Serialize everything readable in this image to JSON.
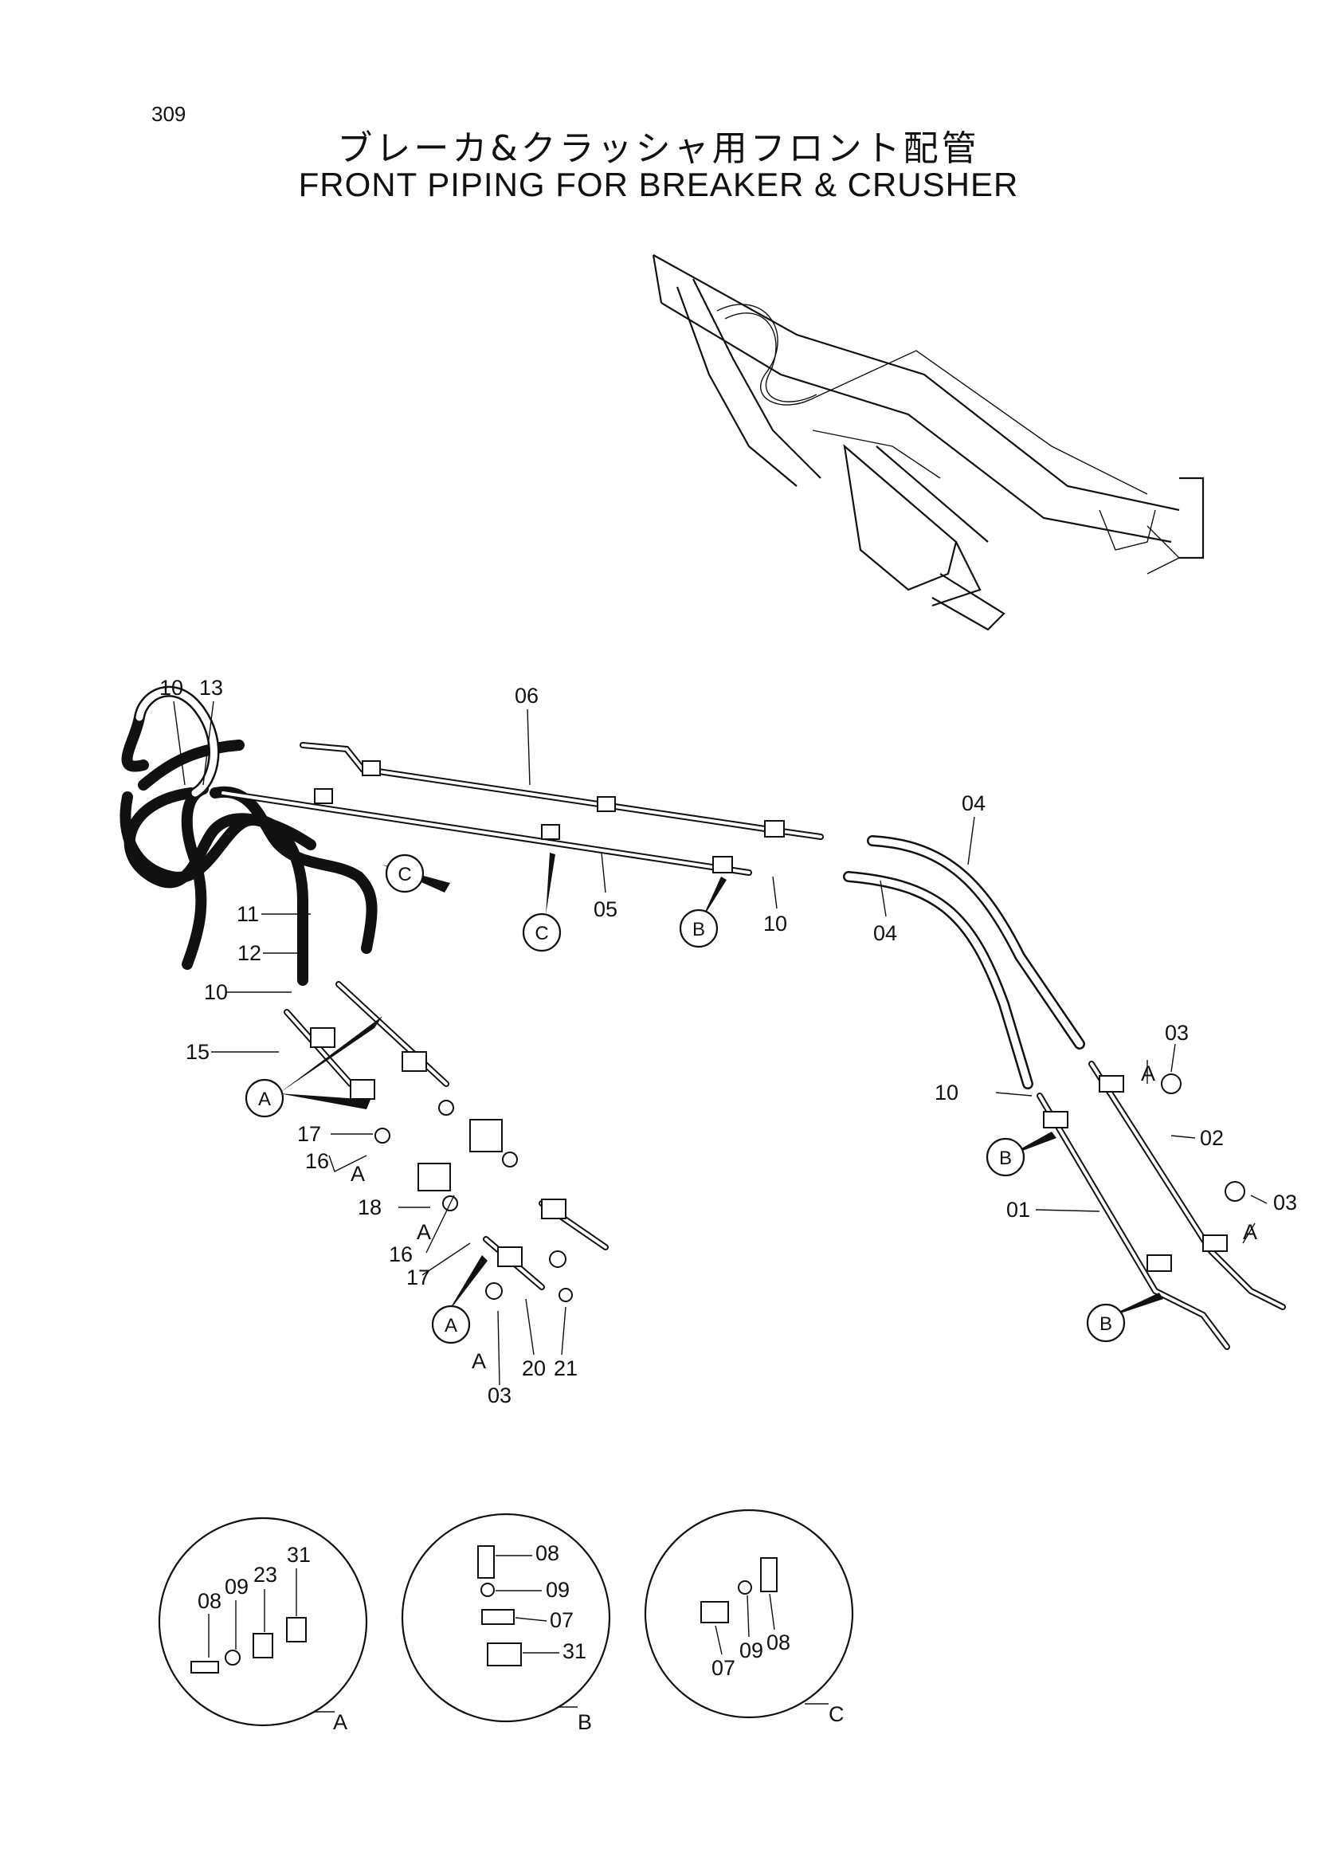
{
  "page_number": "309",
  "title_jp": "ブレーカ&クラッシャ用フロント配管",
  "title_en": "FRONT PIPING FOR BREAKER & CRUSHER",
  "callouts": {
    "n10a": "10",
    "n13": "13",
    "n06": "06",
    "n04a": "04",
    "n04b": "04",
    "n05": "05",
    "n10b": "10",
    "n11": "11",
    "n12": "12",
    "n10c": "10",
    "n15": "15",
    "n17a": "17",
    "n16a": "16",
    "nA1": "A",
    "n18": "18",
    "nA2": "A",
    "n16b": "16",
    "n17b": "17",
    "n20": "20",
    "n21": "21",
    "nA3": "A",
    "n03a": "03",
    "n03b": "03",
    "nA4": "A",
    "n02": "02",
    "n10d": "10",
    "n01": "01",
    "n03c": "03",
    "nA5": "A"
  },
  "ref_circles": {
    "c1": "C",
    "c2": "C",
    "b1": "B",
    "a1": "A",
    "a2": "A",
    "b2": "B",
    "b3": "B"
  },
  "details": {
    "A": {
      "label": "A",
      "parts": [
        "08",
        "09",
        "23",
        "31"
      ]
    },
    "B": {
      "label": "B",
      "parts": [
        "08",
        "09",
        "07",
        "31"
      ]
    },
    "C": {
      "label": "C",
      "parts": [
        "07",
        "09",
        "08"
      ]
    }
  }
}
